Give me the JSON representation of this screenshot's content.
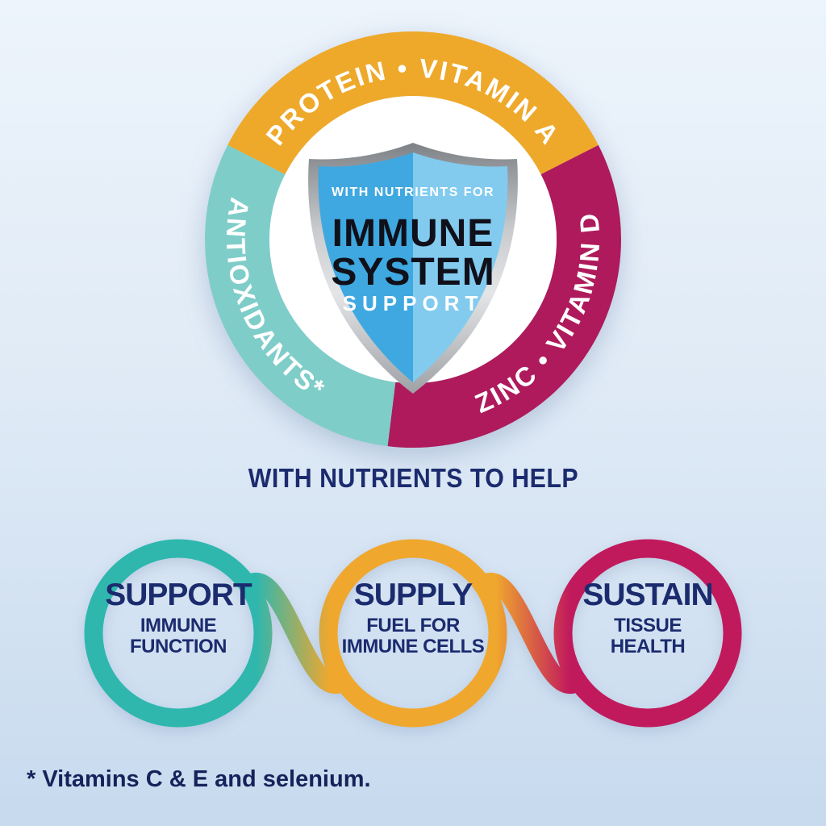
{
  "palette": {
    "background_top": "#edf4fb",
    "background_bottom": "#c7daee",
    "navy_text": "#1b2b6e",
    "footnote_navy": "#14235a",
    "silver": "#c9cbce",
    "shield_title_ink": "#10101a",
    "white": "#ffffff"
  },
  "ring": {
    "segments": [
      {
        "name": "protein-vitamin-a",
        "label": "PROTEIN • VITAMIN A",
        "color": "#eea92b"
      },
      {
        "name": "zinc-vitamin-d",
        "label": "ZINC • VITAMIN D",
        "color": "#ae1a5b"
      },
      {
        "name": "antioxidants",
        "label": "ANTIOXIDANTS*",
        "color": "#7fcdc9"
      }
    ]
  },
  "shield": {
    "eyebrow": "WITH NUTRIENTS FOR",
    "title_line1": "IMMUNE",
    "title_line2": "SYSTEM",
    "subtitle": "SUPPORT",
    "left_color": "#3fa8e0",
    "right_color": "#82cbef"
  },
  "heading": "WITH NUTRIENTS TO HELP",
  "loops": [
    {
      "title": "SUPPORT",
      "line1": "IMMUNE",
      "line2": "FUNCTION",
      "color": "#2fb7ae"
    },
    {
      "title": "SUPPLY",
      "line1": "FUEL FOR",
      "line2": "IMMUNE CELLS",
      "color": "#f0a72e"
    },
    {
      "title": "SUSTAIN",
      "line1": "TISSUE",
      "line2": "HEALTH",
      "color": "#c11a5c"
    }
  ],
  "footnote": "* Vitamins C & E and selenium."
}
